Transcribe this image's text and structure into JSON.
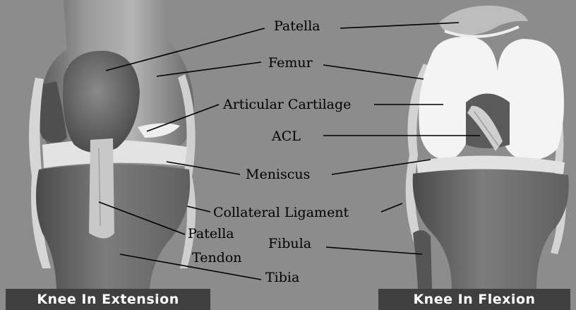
{
  "labels": {
    "patella": "Patella",
    "femur": "Femur",
    "articular_cartilage": "Articular  Cartilage",
    "acl": "ACL",
    "meniscus": "Meniscus",
    "collateral_ligament": "Collateral  Ligament",
    "patella_tendon_line1": "Patella",
    "patella_tendon_line2": "Tendon",
    "fibula": "Fibula",
    "tibia": "Tibia"
  },
  "captions": {
    "extension": "Knee In Extension",
    "flexion": "Knee In Flexion"
  },
  "colors": {
    "background": "#8c8c8c",
    "caption_bar": "#3f3f3f",
    "caption_text": "#ffffff",
    "bone": "#9a9a9a",
    "cartilage": "#f4f4f4",
    "patella": "#6e6e6e"
  }
}
